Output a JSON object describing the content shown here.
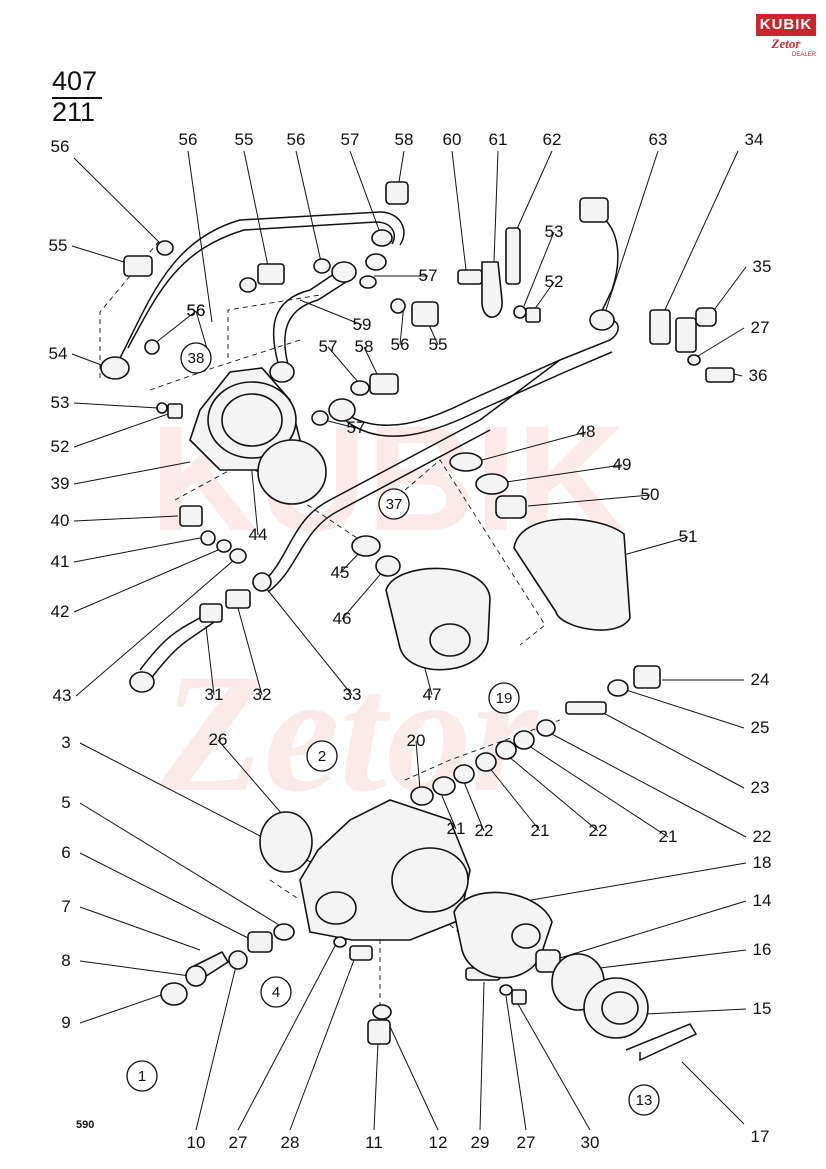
{
  "header": {
    "page_top": "407",
    "page_bottom": "211"
  },
  "logo": {
    "brand": "KUBIK",
    "sub": "Zetor",
    "dealer": "DEALER"
  },
  "watermark": {
    "brand": "KUBIK",
    "sub": "Zetor"
  },
  "page_code": "590",
  "group_markers": [
    "38",
    "37",
    "19",
    "2",
    "4",
    "1",
    "13"
  ],
  "part_labels": [
    "56",
    "56",
    "55",
    "56",
    "57",
    "58",
    "60",
    "61",
    "62",
    "63",
    "34",
    "55",
    "53",
    "35",
    "57",
    "52",
    "56",
    "27",
    "54",
    "56",
    "59",
    "56",
    "55",
    "38",
    "57",
    "58",
    "36",
    "53",
    "52",
    "57",
    "48",
    "39",
    "49",
    "37",
    "50",
    "40",
    "44",
    "51",
    "41",
    "42",
    "45",
    "46",
    "43",
    "31",
    "32",
    "33",
    "47",
    "19",
    "24",
    "25",
    "3",
    "26",
    "2",
    "20",
    "23",
    "5",
    "21",
    "22",
    "21",
    "22",
    "21",
    "22",
    "6",
    "18",
    "7",
    "14",
    "8",
    "16",
    "9",
    "4",
    "15",
    "1",
    "13",
    "10",
    "27",
    "28",
    "11",
    "12",
    "29",
    "27",
    "30",
    "17"
  ]
}
